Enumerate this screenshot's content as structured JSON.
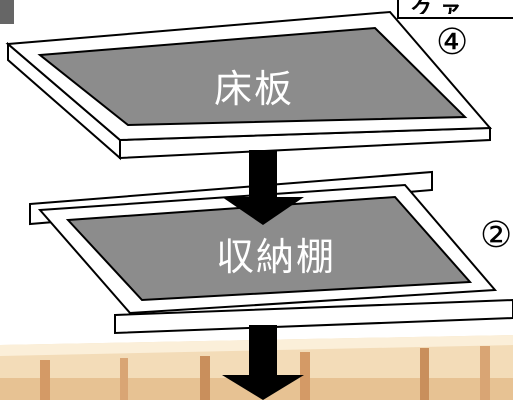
{
  "panels": {
    "floor_board": {
      "label": "床板",
      "number": "④"
    },
    "storage_shelf": {
      "label": "収納棚",
      "number": "②"
    }
  },
  "header_fragment": "ク ァ",
  "colors": {
    "panel_gray": "#8c8c8c",
    "frame": "#ffffff",
    "outline": "#000000",
    "wood_light": "#f5e3c4",
    "wood_dark": "#d9a574",
    "corner_tab": "#666666",
    "arrow": "#000000"
  }
}
